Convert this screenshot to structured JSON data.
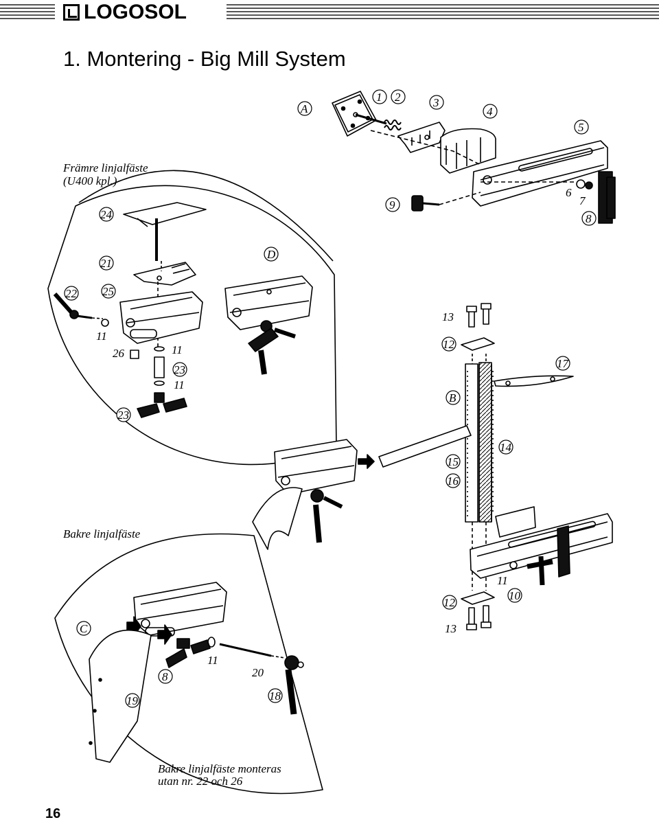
{
  "brand": {
    "name": "LOGOSOL"
  },
  "page_title": "1.  Montering - Big Mill System",
  "captions": {
    "front_mount": "Främre linjalfäste",
    "front_mount_sub": "(U400 kpl.)",
    "rear_mount": "Bakre linjalfäste",
    "rear_note_1": "Bakre linjalfäste monteras",
    "rear_note_2": "utan nr. 22 och 26"
  },
  "parts": {
    "A": "A",
    "B": "B",
    "C": "C",
    "D": "D",
    "p1": "1",
    "p2": "2",
    "p3": "3",
    "p4": "4",
    "p5": "5",
    "p6": "6",
    "p7": "7",
    "p8": "8",
    "p9": "9",
    "p10": "10",
    "p11": "11",
    "p12": "12",
    "p13": "13",
    "p14": "14",
    "p15": "15",
    "p16": "16",
    "p17": "17",
    "p18": "18",
    "p19": "19",
    "p20": "20",
    "p21": "21",
    "p22": "22",
    "p23": "23",
    "p24": "24",
    "p25": "25",
    "p26": "26"
  },
  "page_number": "16"
}
